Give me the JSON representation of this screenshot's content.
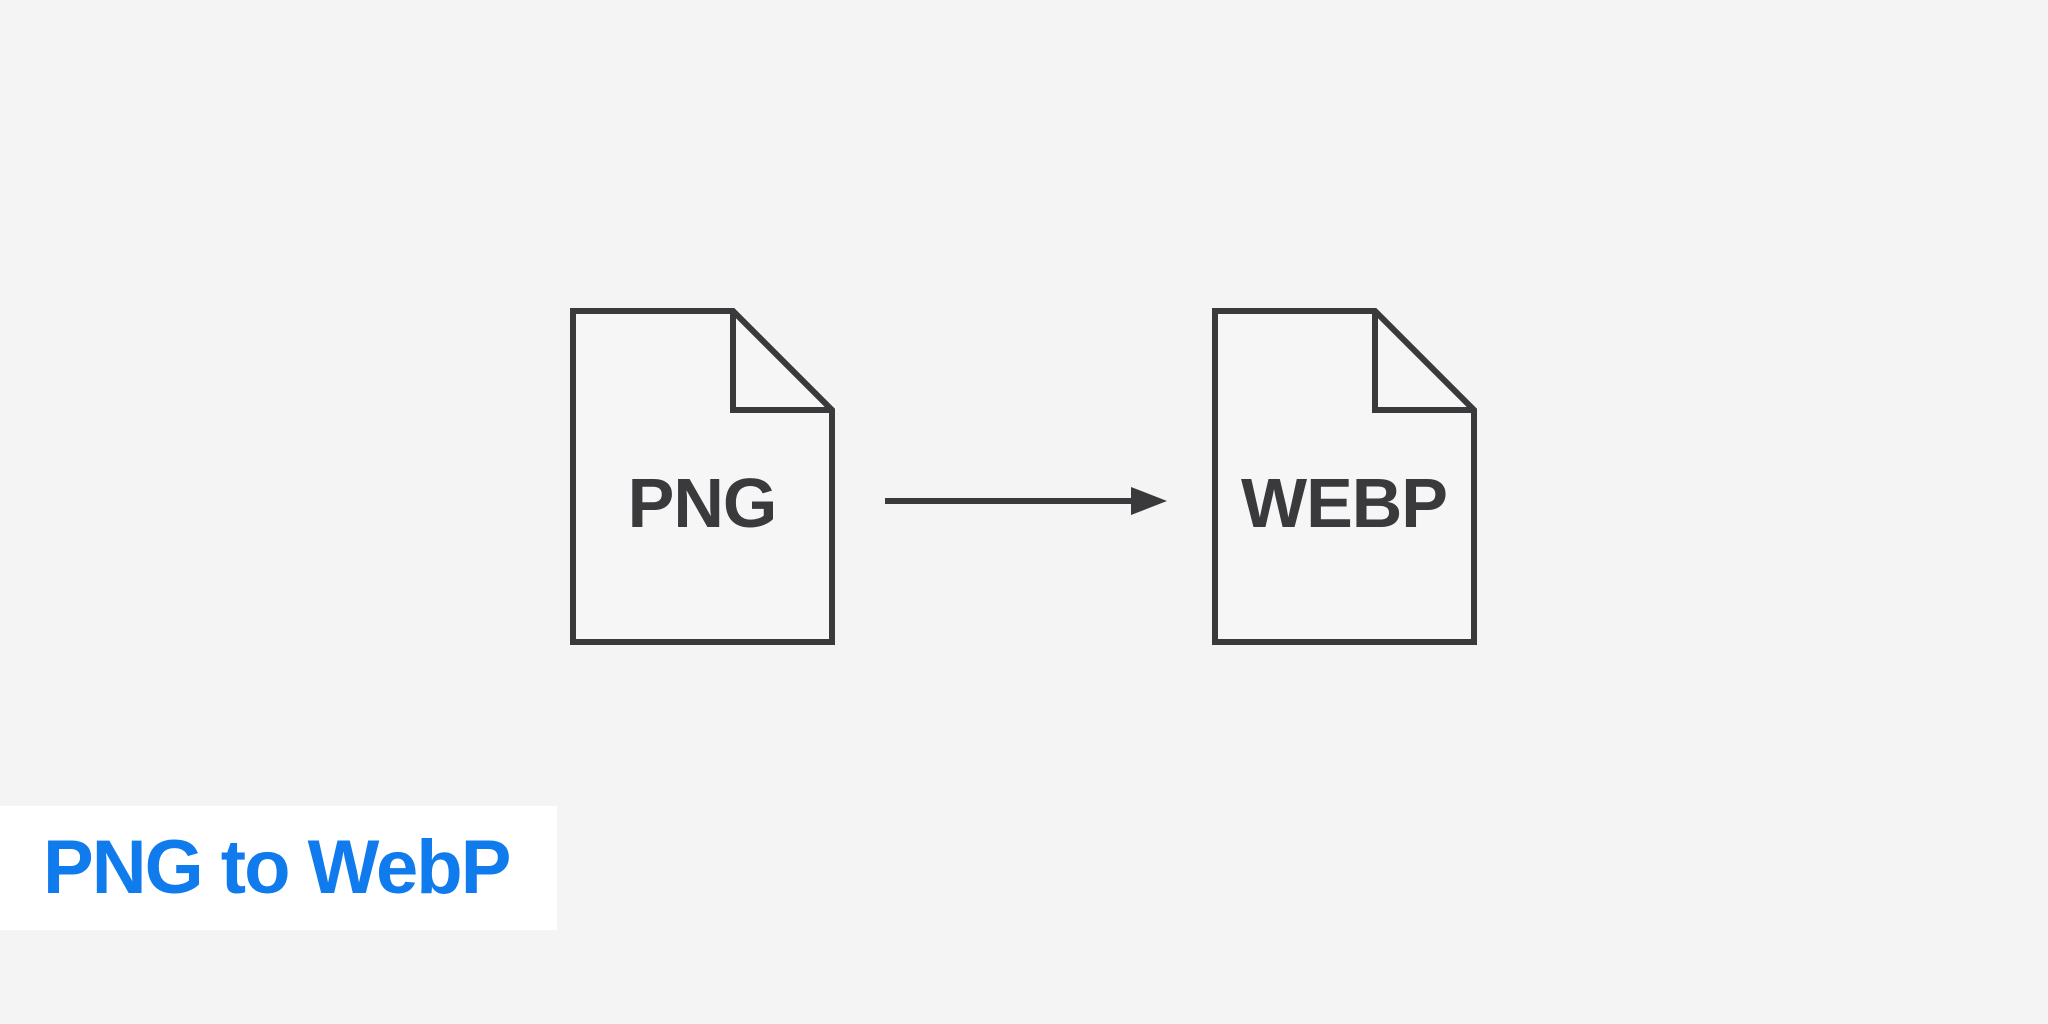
{
  "colors": {
    "background": "#f4f4f5",
    "outline": "#3a3a3c",
    "accent_blue": "#107bec",
    "caption_background": "#ffffff"
  },
  "diagram": {
    "source_file": {
      "icon": "file-document-icon",
      "label": "PNG"
    },
    "arrow": {
      "icon": "arrow-right-icon",
      "direction": "right"
    },
    "target_file": {
      "icon": "file-document-icon",
      "label": "WEBP"
    }
  },
  "caption": {
    "text": "PNG to WebP"
  }
}
